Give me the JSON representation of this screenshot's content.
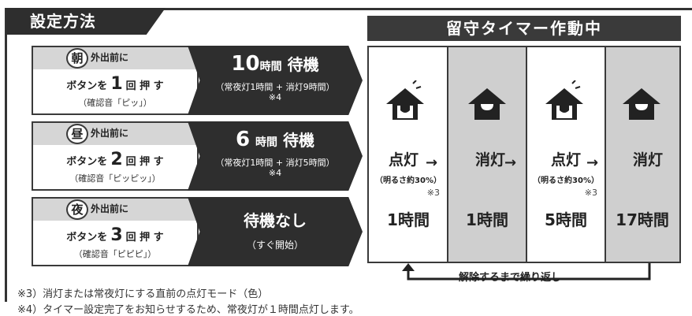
{
  "title": "設定方法",
  "timer_banner": "留守タイマー作動中",
  "steps": [
    {
      "kanji": "朝",
      "head": "外出前に",
      "btn_prefix": "ボタンを",
      "btn_num": "1",
      "btn_suffix": "回 押 す",
      "confirm": "（確認音「ピッ」）",
      "result_num": "10",
      "result_unit": "時間",
      "result_word": "待機",
      "result_sub": "（常夜灯1時間 + 消灯9時間）",
      "result_note": "※4"
    },
    {
      "kanji": "昼",
      "head": "外出前に",
      "btn_prefix": "ボタンを",
      "btn_num": "2",
      "btn_suffix": "回 押 す",
      "confirm": "（確認音「ピッピッ」）",
      "result_num": "6",
      "result_unit": "時間",
      "result_word": "待機",
      "result_sub": "（常夜灯1時間 + 消灯5時間）",
      "result_note": "※4"
    },
    {
      "kanji": "夜",
      "head": "外出前に",
      "btn_prefix": "ボタンを",
      "btn_num": "3",
      "btn_suffix": "回 押 す",
      "confirm": "（確認音「ピピピ」）",
      "result_text": "待機なし",
      "result_sub": "（すぐ開始）"
    }
  ],
  "timeline": [
    {
      "state": "点灯",
      "brightness": "（明るさ約30%）",
      "note": "※3",
      "duration": "1時間",
      "lit": true
    },
    {
      "state": "消灯",
      "duration": "1時間",
      "lit": false
    },
    {
      "state": "点灯",
      "brightness": "（明るさ約30%）",
      "note": "※3",
      "duration": "5時間",
      "lit": true
    },
    {
      "state": "消灯",
      "duration": "17時間",
      "lit": false
    }
  ],
  "repeat_label": "解除するまで繰り返し",
  "footnotes": [
    "※3）消灯または常夜灯にする直前の点灯モード（色）",
    "※4）タイマー設定完了をお知らせするため、常夜灯が１時間点灯します。"
  ],
  "colors": {
    "dark": "#2e2e2e",
    "gray_column": "#cfcfcf",
    "header_gray": "#d6d6d6"
  }
}
